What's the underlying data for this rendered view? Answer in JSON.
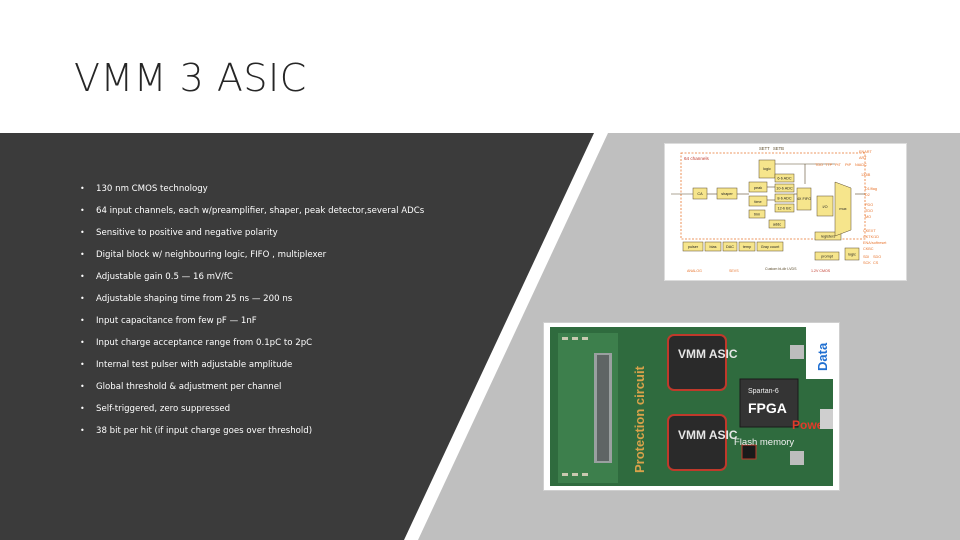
{
  "slide": {
    "title": "VMM 3 ASIC",
    "bullets": [
      "130 nm CMOS technology",
      "64 input channels, each w/preamplifier, shaper, peak detector,several ADCs",
      "Sensitive to positive and negative polarity",
      "Digital block w/ neighbouring logic, FIFO , multiplexer",
      "Adjustable gain 0.5 — 16 mV/fC",
      "Adjustable shaping time from 25 ns — 200 ns",
      "Input capacitance from few pF — 1nF",
      "Input charge acceptance range from 0.1pC to 2pC",
      "Internal test pulser with adjustable amplitude",
      "Global threshold & adjustment per channel",
      "Self-triggered, zero suppressed",
      "38 bit per hit (if input charge goes over threshold)"
    ],
    "bullet_symbol": "•"
  },
  "diagram": {
    "top_labels": [
      "SETT",
      "SETB"
    ],
    "channels_label": "64 channels",
    "blocks": [
      "CA",
      "shaper",
      "peak",
      "time",
      "logic",
      "6-b ADC",
      "10-b ADC",
      "8-b ADC",
      "12-b BC",
      "4X FIFO",
      "trim",
      "addc",
      "pulser",
      "bias",
      "DAC",
      "temp",
      "Gray count",
      "registers",
      "prompt",
      "I/O",
      "mux",
      "logic"
    ],
    "output_labels": [
      "ENART",
      "ART",
      "TDO",
      "TTP",
      "PtT",
      "PtP",
      "NtADC",
      "1X8B",
      "D1/flag",
      "D2",
      "PDO",
      "TDO",
      "MO",
      "CKEXT",
      "CKTK/1D",
      "ENA/softreset",
      "CKBC",
      "SDI",
      "SDO",
      "SCK",
      "CS"
    ],
    "legend": [
      "ANALOG",
      "SEVS",
      "Custom bi-dir LVDS",
      "1.2V CMOS"
    ],
    "colors": {
      "analog": "#e8752e",
      "digital": "#f6e58c",
      "wire": "#5a4a2a"
    }
  },
  "board": {
    "chip_labels": [
      "VMM ASIC",
      "VMM ASIC"
    ],
    "fpga_sub": "Spartan-6",
    "fpga_label": "FPGA",
    "protection_label": "Protection circuit",
    "data_label": "Data",
    "power_label": "Power",
    "flash_label": "Flash memory",
    "colors": {
      "pcb": "#2f6b3e",
      "chip": "#2a2a2a",
      "ring": "#c0392b",
      "data": "#1f6fd1",
      "power": "#e23a2a"
    }
  },
  "background": {
    "dark": "#3b3b3b",
    "light": "#bfbfbf",
    "stripe": "#ffffff"
  }
}
